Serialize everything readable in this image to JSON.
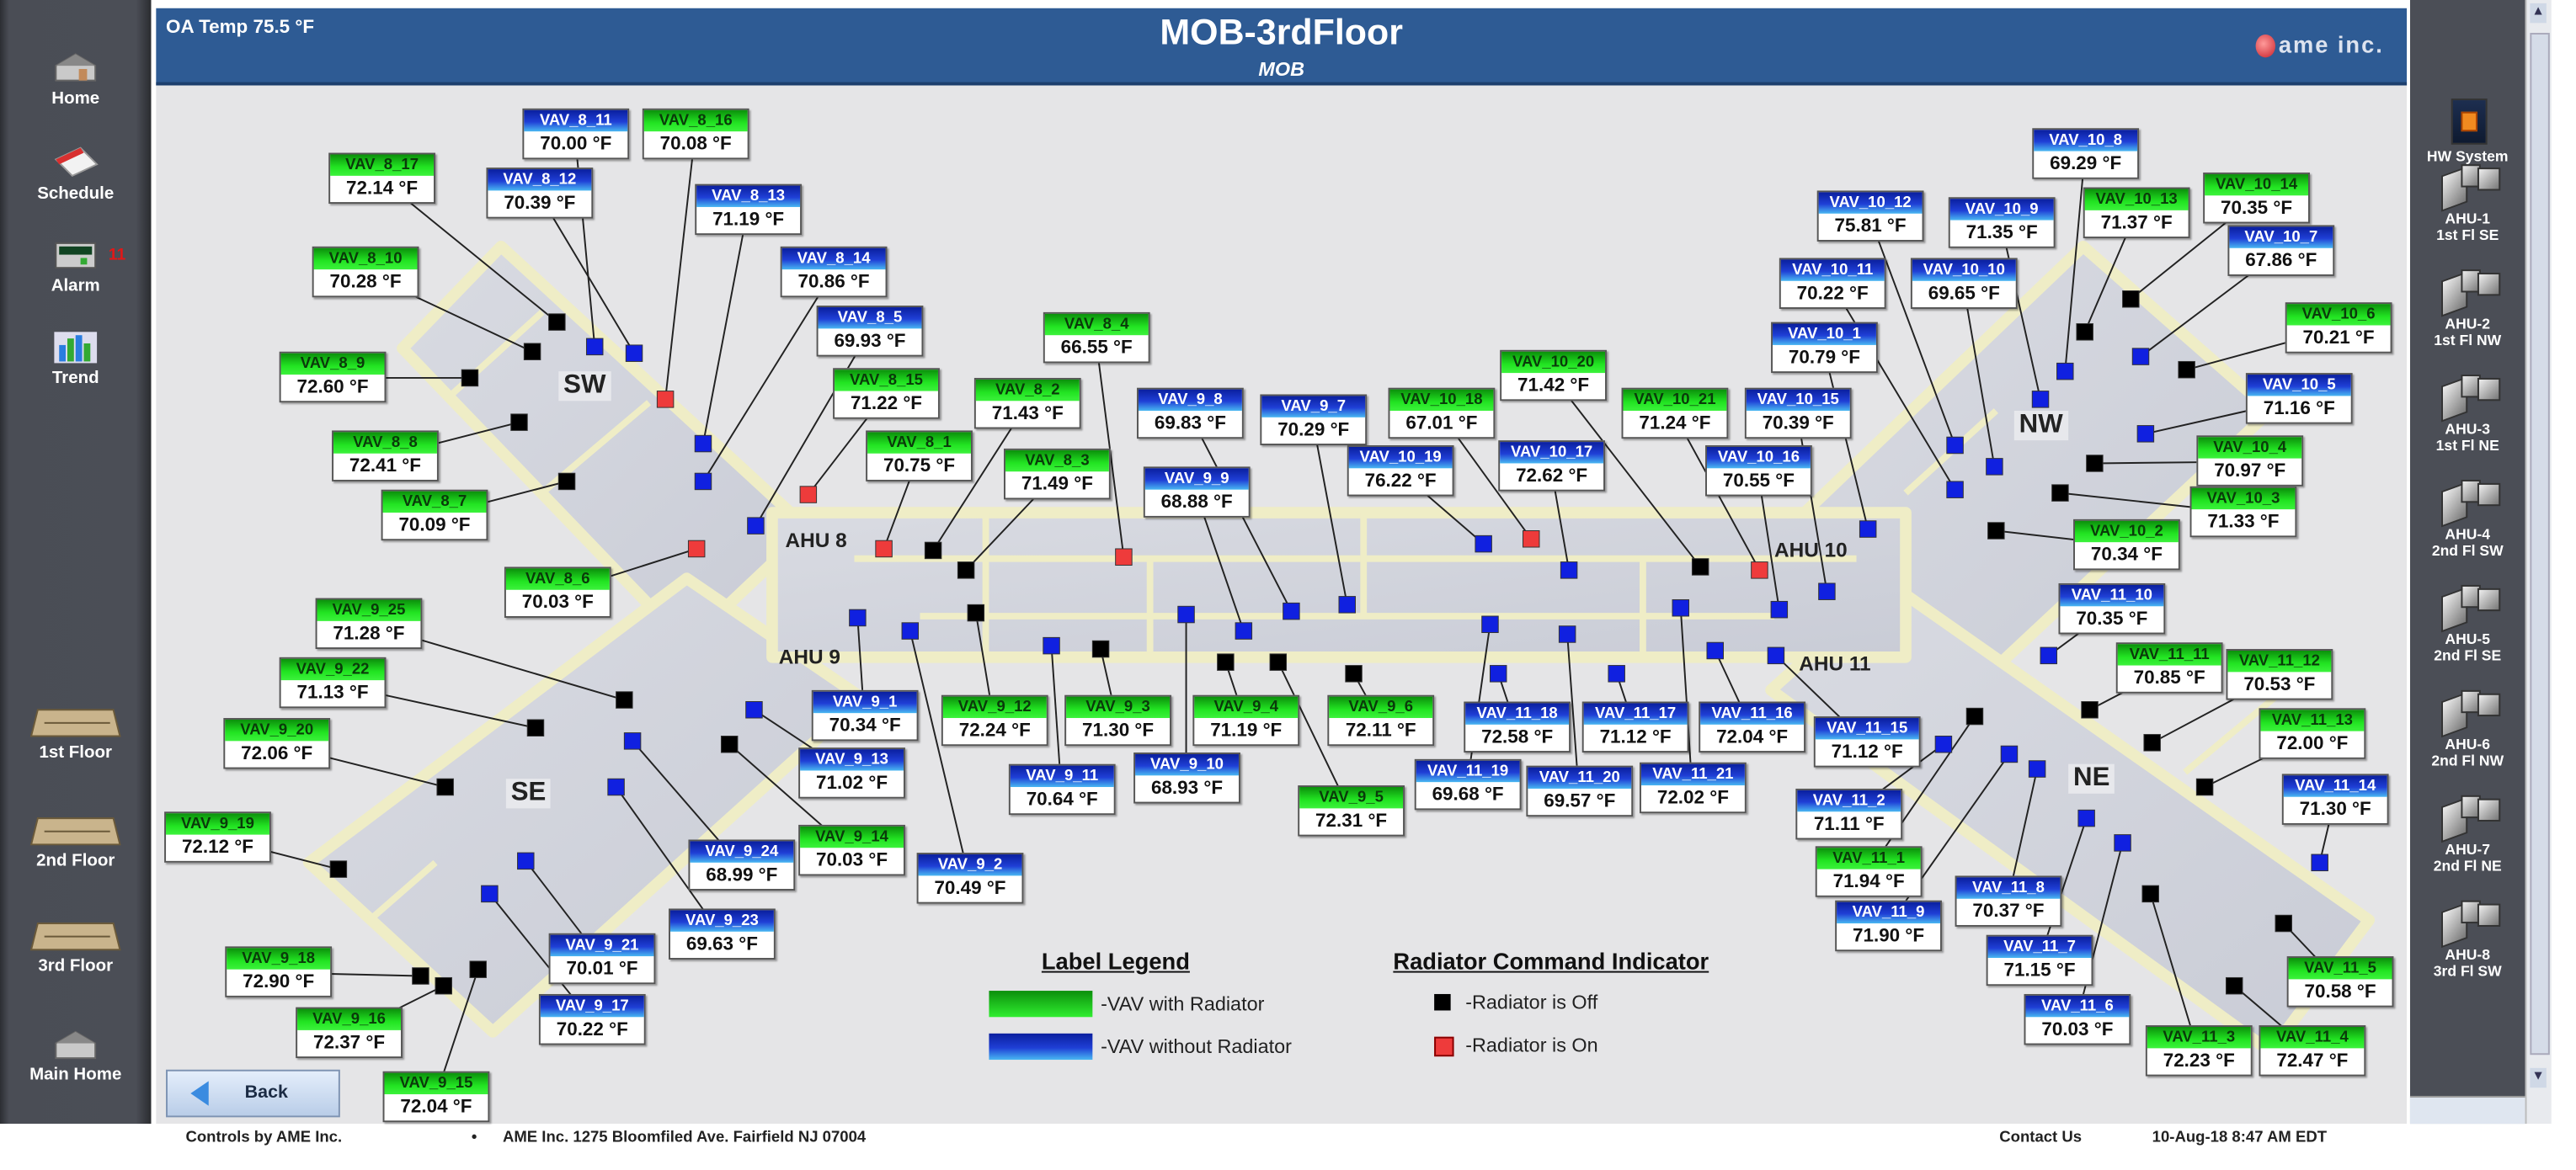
{
  "header": {
    "oa_temp": "OA Temp  75.5 °F",
    "title": "MOB-3rdFloor",
    "subtitle": "MOB",
    "logo": "ame inc."
  },
  "left_nav": {
    "home": "Home",
    "schedule": "Schedule",
    "alarm": "Alarm",
    "alarm_count": "11",
    "trend": "Trend",
    "floor1": "1st Floor",
    "floor2": "2nd Floor",
    "floor3": "3rd Floor",
    "main_home": "Main Home"
  },
  "right_nav": [
    {
      "label": "HW System"
    },
    {
      "label": "AHU-1\n1st Fl SE"
    },
    {
      "label": "AHU-2\n1st Fl NW"
    },
    {
      "label": "AHU-3\n1st Fl NE"
    },
    {
      "label": "AHU-4\n2nd Fl SW"
    },
    {
      "label": "AHU-5\n2nd Fl SE"
    },
    {
      "label": "AHU-6\n2nd Fl NW"
    },
    {
      "label": "AHU-7\n2nd Fl NE"
    },
    {
      "label": "AHU-8\n3rd Fl SW"
    }
  ],
  "map": {
    "zones": [
      "SW",
      "NW",
      "SE",
      "NE"
    ],
    "ahus": [
      "AHU 8",
      "AHU 9",
      "AHU 10",
      "AHU 11"
    ],
    "vavs": [
      {
        "name": "VAV_8_11",
        "temp": "70.00 °F",
        "radiator": false,
        "indicator": "none"
      },
      {
        "name": "VAV_8_16",
        "temp": "70.08 °F",
        "radiator": true,
        "indicator": "on"
      },
      {
        "name": "VAV_8_17",
        "temp": "72.14 °F",
        "radiator": true,
        "indicator": "off"
      },
      {
        "name": "VAV_8_12",
        "temp": "70.39 °F",
        "radiator": false,
        "indicator": "none"
      },
      {
        "name": "VAV_8_13",
        "temp": "71.19 °F",
        "radiator": false,
        "indicator": "none"
      },
      {
        "name": "VAV_8_10",
        "temp": "70.28 °F",
        "radiator": true,
        "indicator": "off"
      },
      {
        "name": "VAV_8_14",
        "temp": "70.86 °F",
        "radiator": false,
        "indicator": "none"
      },
      {
        "name": "VAV_8_5",
        "temp": "69.93 °F",
        "radiator": false,
        "indicator": "none"
      },
      {
        "name": "VAV_8_9",
        "temp": "72.60 °F",
        "radiator": true,
        "indicator": "off"
      },
      {
        "name": "VAV_8_15",
        "temp": "71.22 °F",
        "radiator": true,
        "indicator": "on"
      },
      {
        "name": "VAV_8_4",
        "temp": "66.55 °F",
        "radiator": true,
        "indicator": "on"
      },
      {
        "name": "VAV_8_2",
        "temp": "71.43 °F",
        "radiator": true,
        "indicator": "off"
      },
      {
        "name": "VAV_8_1",
        "temp": "70.75 °F",
        "radiator": true,
        "indicator": "on"
      },
      {
        "name": "VAV_8_3",
        "temp": "71.49 °F",
        "radiator": true,
        "indicator": "off"
      },
      {
        "name": "VAV_8_8",
        "temp": "72.41 °F",
        "radiator": true,
        "indicator": "off"
      },
      {
        "name": "VAV_8_7",
        "temp": "70.09 °F",
        "radiator": true,
        "indicator": "off"
      },
      {
        "name": "VAV_8_6",
        "temp": "70.03 °F",
        "radiator": true,
        "indicator": "on"
      },
      {
        "name": "VAV_9_8",
        "temp": "69.83 °F",
        "radiator": false,
        "indicator": "none"
      },
      {
        "name": "VAV_9_7",
        "temp": "70.29 °F",
        "radiator": false,
        "indicator": "none"
      },
      {
        "name": "VAV_10_18",
        "temp": "67.01 °F",
        "radiator": true,
        "indicator": "on"
      },
      {
        "name": "VAV_10_20",
        "temp": "71.42 °F",
        "radiator": true,
        "indicator": "off"
      },
      {
        "name": "VAV_10_21",
        "temp": "71.24 °F",
        "radiator": true,
        "indicator": "on"
      },
      {
        "name": "VAV_10_15",
        "temp": "70.39 °F",
        "radiator": false,
        "indicator": "none"
      },
      {
        "name": "VAV_10_19",
        "temp": "76.22 °F",
        "radiator": false,
        "indicator": "none"
      },
      {
        "name": "VAV_10_17",
        "temp": "72.62 °F",
        "radiator": false,
        "indicator": "none"
      },
      {
        "name": "VAV_10_16",
        "temp": "70.55 °F",
        "radiator": false,
        "indicator": "none"
      },
      {
        "name": "VAV_9_9",
        "temp": "68.88 °F",
        "radiator": false,
        "indicator": "none"
      },
      {
        "name": "VAV_10_1",
        "temp": "70.79 °F",
        "radiator": false,
        "indicator": "none"
      },
      {
        "name": "VAV_10_8",
        "temp": "69.29 °F",
        "radiator": false,
        "indicator": "none"
      },
      {
        "name": "VAV_10_12",
        "temp": "75.81 °F",
        "radiator": false,
        "indicator": "none"
      },
      {
        "name": "VAV_10_9",
        "temp": "71.35 °F",
        "radiator": false,
        "indicator": "none"
      },
      {
        "name": "VAV_10_13",
        "temp": "71.37 °F",
        "radiator": true,
        "indicator": "off"
      },
      {
        "name": "VAV_10_14",
        "temp": "70.35 °F",
        "radiator": true,
        "indicator": "off"
      },
      {
        "name": "VAV_10_7",
        "temp": "67.86 °F",
        "radiator": false,
        "indicator": "none"
      },
      {
        "name": "VAV_10_11",
        "temp": "70.22 °F",
        "radiator": false,
        "indicator": "none"
      },
      {
        "name": "VAV_10_10",
        "temp": "69.65 °F",
        "radiator": false,
        "indicator": "none"
      },
      {
        "name": "VAV_10_6",
        "temp": "70.21 °F",
        "radiator": true,
        "indicator": "off"
      },
      {
        "name": "VAV_10_5",
        "temp": "71.16 °F",
        "radiator": false,
        "indicator": "none"
      },
      {
        "name": "VAV_10_4",
        "temp": "70.97 °F",
        "radiator": true,
        "indicator": "off"
      },
      {
        "name": "VAV_10_3",
        "temp": "71.33 °F",
        "radiator": true,
        "indicator": "off"
      },
      {
        "name": "VAV_10_2",
        "temp": "70.34 °F",
        "radiator": true,
        "indicator": "off"
      },
      {
        "name": "VAV_9_1",
        "temp": "70.34 °F",
        "radiator": false,
        "indicator": "none"
      },
      {
        "name": "VAV_9_12",
        "temp": "72.24 °F",
        "radiator": true,
        "indicator": "off"
      },
      {
        "name": "VAV_9_3",
        "temp": "71.30 °F",
        "radiator": true,
        "indicator": "off"
      },
      {
        "name": "VAV_9_4",
        "temp": "71.19 °F",
        "radiator": true,
        "indicator": "off"
      },
      {
        "name": "VAV_9_6",
        "temp": "72.11 °F",
        "radiator": true,
        "indicator": "off"
      },
      {
        "name": "VAV_9_13",
        "temp": "71.02 °F",
        "radiator": false,
        "indicator": "none"
      },
      {
        "name": "VAV_9_11",
        "temp": "70.64 °F",
        "radiator": false,
        "indicator": "none"
      },
      {
        "name": "VAV_9_10",
        "temp": "68.93 °F",
        "radiator": false,
        "indicator": "none"
      },
      {
        "name": "VAV_9_5",
        "temp": "72.31 °F",
        "radiator": true,
        "indicator": "off"
      },
      {
        "name": "VAV_9_14",
        "temp": "70.03 °F",
        "radiator": true,
        "indicator": "off"
      },
      {
        "name": "VAV_9_2",
        "temp": "70.49 °F",
        "radiator": false,
        "indicator": "none"
      },
      {
        "name": "VAV_9_24",
        "temp": "68.99 °F",
        "radiator": false,
        "indicator": "none"
      },
      {
        "name": "VAV_9_23",
        "temp": "69.63 °F",
        "radiator": false,
        "indicator": "none"
      },
      {
        "name": "VAV_11_18",
        "temp": "72.58 °F",
        "radiator": false,
        "indicator": "none"
      },
      {
        "name": "VAV_11_17",
        "temp": "71.12 °F",
        "radiator": false,
        "indicator": "none"
      },
      {
        "name": "VAV_11_16",
        "temp": "72.04 °F",
        "radiator": false,
        "indicator": "none"
      },
      {
        "name": "VAV_11_19",
        "temp": "69.68 °F",
        "radiator": false,
        "indicator": "none"
      },
      {
        "name": "VAV_11_20",
        "temp": "69.57 °F",
        "radiator": false,
        "indicator": "none"
      },
      {
        "name": "VAV_11_21",
        "temp": "72.02 °F",
        "radiator": false,
        "indicator": "none"
      },
      {
        "name": "VAV_11_15",
        "temp": "71.12 °F",
        "radiator": false,
        "indicator": "none"
      },
      {
        "name": "VAV_9_25",
        "temp": "71.28 °F",
        "radiator": true,
        "indicator": "off"
      },
      {
        "name": "VAV_9_22",
        "temp": "71.13 °F",
        "radiator": true,
        "indicator": "off"
      },
      {
        "name": "VAV_9_20",
        "temp": "72.06 °F",
        "radiator": true,
        "indicator": "off"
      },
      {
        "name": "VAV_9_19",
        "temp": "72.12 °F",
        "radiator": true,
        "indicator": "off"
      },
      {
        "name": "VAV_9_21",
        "temp": "70.01 °F",
        "radiator": false,
        "indicator": "none"
      },
      {
        "name": "VAV_9_17",
        "temp": "70.22 °F",
        "radiator": false,
        "indicator": "none"
      },
      {
        "name": "VAV_9_18",
        "temp": "72.90 °F",
        "radiator": true,
        "indicator": "off"
      },
      {
        "name": "VAV_9_16",
        "temp": "72.37 °F",
        "radiator": true,
        "indicator": "off"
      },
      {
        "name": "VAV_9_15",
        "temp": "72.04 °F",
        "radiator": true,
        "indicator": "off"
      },
      {
        "name": "VAV_11_10",
        "temp": "70.35 °F",
        "radiator": false,
        "indicator": "none"
      },
      {
        "name": "VAV_11_11",
        "temp": "70.85 °F",
        "radiator": true,
        "indicator": "off"
      },
      {
        "name": "VAV_11_12",
        "temp": "70.53 °F",
        "radiator": true,
        "indicator": "off"
      },
      {
        "name": "VAV_11_13",
        "temp": "72.00 °F",
        "radiator": true,
        "indicator": "off"
      },
      {
        "name": "VAV_11_14",
        "temp": "71.30 °F",
        "radiator": false,
        "indicator": "none"
      },
      {
        "name": "VAV_11_2",
        "temp": "71.11 °F",
        "radiator": false,
        "indicator": "none"
      },
      {
        "name": "VAV_11_1",
        "temp": "71.94 °F",
        "radiator": true,
        "indicator": "off"
      },
      {
        "name": "VAV_11_8",
        "temp": "70.37 °F",
        "radiator": false,
        "indicator": "none"
      },
      {
        "name": "VAV_11_9",
        "temp": "71.90 °F",
        "radiator": false,
        "indicator": "none"
      },
      {
        "name": "VAV_11_7",
        "temp": "71.15 °F",
        "radiator": false,
        "indicator": "none"
      },
      {
        "name": "VAV_11_6",
        "temp": "70.03 °F",
        "radiator": false,
        "indicator": "none"
      },
      {
        "name": "VAV_11_3",
        "temp": "72.23 °F",
        "radiator": true,
        "indicator": "off"
      },
      {
        "name": "VAV_11_4",
        "temp": "72.47 °F",
        "radiator": true,
        "indicator": "off"
      },
      {
        "name": "VAV_11_5",
        "temp": "70.58 °F",
        "radiator": true,
        "indicator": "off"
      }
    ]
  },
  "legend": {
    "label_title": "Label Legend",
    "with_radiator": "-VAV with Radiator",
    "without_radiator": "-VAV without Radiator",
    "radiator_title": "Radiator Command Indicator",
    "off": "-Radiator is Off",
    "on": "-Radiator is On"
  },
  "back_label": "Back",
  "footer": {
    "controls": "Controls by AME Inc.",
    "address": "AME Inc. 1275 Bloomfiled Ave. Fairfield NJ 07004",
    "contact": "Contact Us",
    "datetime": "10-Aug-18 8:47 AM EDT"
  },
  "colors": {
    "header": "#2e5b94",
    "sidebar": "#4b4e56",
    "radiator_off": "#000000",
    "radiator_on": "#ee3b3b",
    "no_radiator": "#1020e0",
    "map_bg": "#e5e5e7"
  }
}
